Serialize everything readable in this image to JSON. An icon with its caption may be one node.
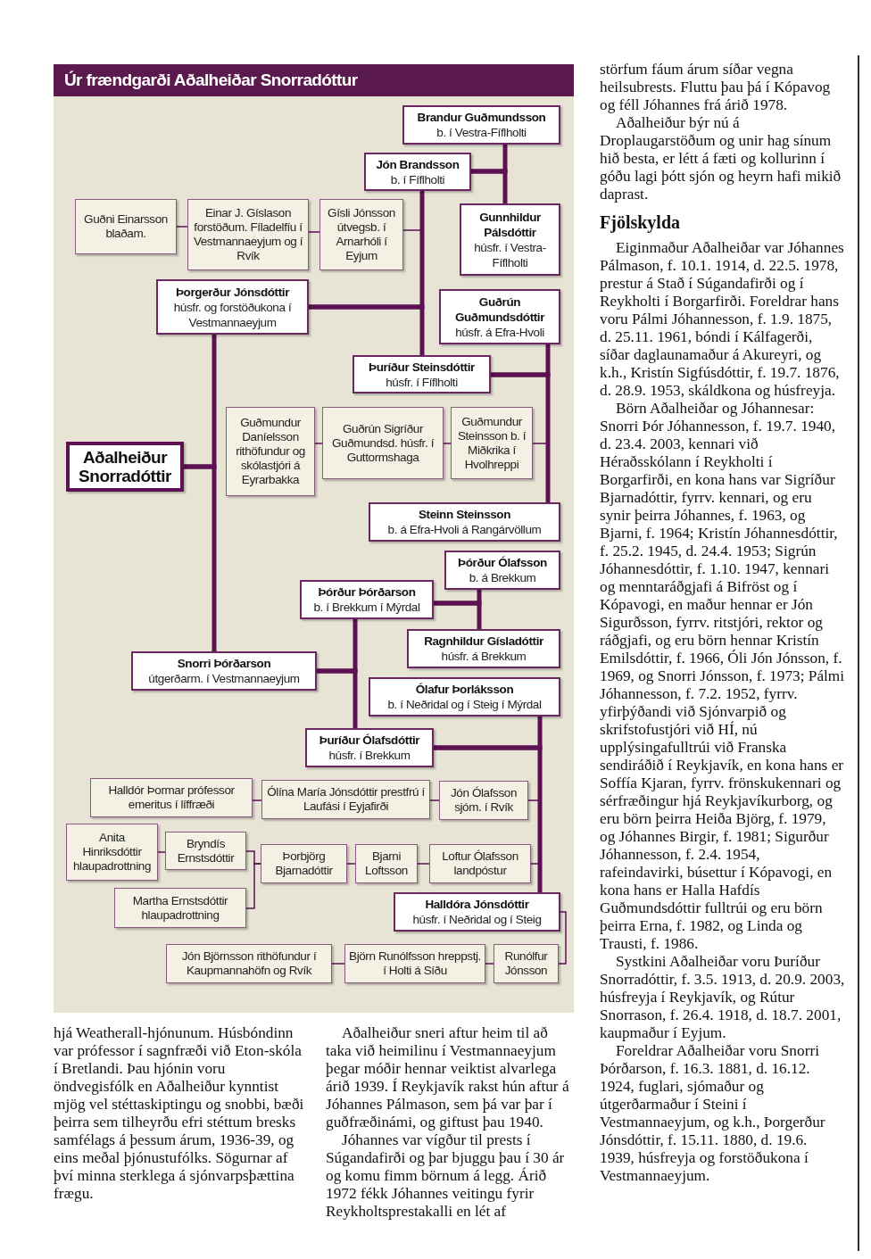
{
  "diagram": {
    "title": "Úr frændgarði Aðalheiðar Snorradóttur",
    "nodes": [
      {
        "text": [
          "Brandur Guðmundsson",
          "b. í Vestra-Fíflholti"
        ]
      },
      {
        "text": [
          "Jón Brandsson",
          "b. í Fíflholti"
        ]
      },
      {
        "text": [
          "Guðni Einarsson blaðam."
        ]
      },
      {
        "text": [
          "Einar J. Gíslason forstöðum. Fíladelfíu í Vestmannaeyjum og í Rvík"
        ]
      },
      {
        "text": [
          "Gísli Jónsson útvegsb. í Arnarhóli í Eyjum"
        ]
      },
      {
        "text": [
          "Gunnhildur Pálsdóttir",
          "húsfr. í Vestra-Fíflholti"
        ]
      },
      {
        "text": [
          "Þorgerður Jónsdóttir",
          "húsfr. og forstöðukona í Vestmannaeyjum"
        ]
      },
      {
        "text": [
          "Guðrún Guðmundsdóttir",
          "húsfr. á Efra-Hvoli"
        ]
      },
      {
        "text": [
          "Þuríður Steinsdóttir",
          "húsfr. í Fíflholti"
        ]
      },
      {
        "text": [
          "Guðmundur Daníelsson rithöfundur og skólastjóri á Eyrarbakka"
        ]
      },
      {
        "text": [
          "Guðrún Sigríður Guðmundsd. húsfr. í Guttormshaga"
        ]
      },
      {
        "text": [
          "Guðmundur Steinsson b. í Miðkrika í Hvolhreppi"
        ]
      },
      {
        "text": [
          "Aðalheiður Snorradóttir"
        ]
      },
      {
        "text": [
          "Steinn Steinsson",
          "b. á Efra-Hvoli á Rangárvöllum"
        ]
      },
      {
        "text": [
          "Þórður Ólafsson",
          "b. á Brekkum"
        ]
      },
      {
        "text": [
          "Þórður Þórðarson",
          "b. í Brekkum í Mýrdal"
        ]
      },
      {
        "text": [
          "Ragnhildur Gísladóttir",
          "húsfr. á Brekkum"
        ]
      },
      {
        "text": [
          "Snorri Þórðarson",
          "útgerðarm. í Vestmannaeyjum"
        ]
      },
      {
        "text": [
          "Ólafur Þorláksson",
          "b. í Neðridal og í Steig í Mýrdal"
        ]
      },
      {
        "text": [
          "Þuríður Ólafsdóttir",
          "húsfr. í Brekkum"
        ]
      },
      {
        "text": [
          "Halldór Þormar prófessor emeritus í líffræði"
        ]
      },
      {
        "text": [
          "Ólína María Jónsdóttir prestfrú í Laufási í Eyjafirði"
        ]
      },
      {
        "text": [
          "Jón Ólafsson sjóm. í Rvík"
        ]
      },
      {
        "text": [
          "Anita Hinriksdóttir hlaupadrottning"
        ]
      },
      {
        "text": [
          "Bryndís Ernstsdóttir"
        ]
      },
      {
        "text": [
          "Þorbjörg Bjarnadóttir"
        ]
      },
      {
        "text": [
          "Bjarni Loftsson"
        ]
      },
      {
        "text": [
          "Loftur Ólafsson landpóstur"
        ]
      },
      {
        "text": [
          "Martha Ernstsdóttir hlaupadrottning"
        ]
      },
      {
        "text": [
          "Halldóra Jónsdóttir",
          "húsfr. í Neðridal og í Steig"
        ]
      },
      {
        "text": [
          "Jón Björnsson rithöfundur í Kaupmannahöfn og Rvík"
        ]
      },
      {
        "text": [
          "Björn Runólfsson hreppstj. í Holti á Síðu"
        ]
      },
      {
        "text": [
          "Runólfur Jónsson"
        ]
      }
    ],
    "edges": [
      {
        "from": 0,
        "to": 1,
        "arrow": "none",
        "style": "thick"
      },
      {
        "from": 5,
        "to": 1,
        "arrow": "none",
        "style": "thick"
      },
      {
        "from": 2,
        "to": 3,
        "arrow": "none"
      },
      {
        "from": 3,
        "to": 4,
        "arrow": "none"
      },
      {
        "from": 4,
        "to": 1,
        "arrow": "none"
      },
      {
        "from": 1,
        "to": 6,
        "arrow": "none",
        "style": "thick"
      },
      {
        "from": 8,
        "to": 6,
        "arrow": "none",
        "style": "thick"
      },
      {
        "from": 7,
        "to": 8,
        "arrow": "none",
        "style": "thick"
      },
      {
        "from": 13,
        "to": 8,
        "arrow": "none",
        "style": "thick"
      },
      {
        "from": 9,
        "to": 10,
        "arrow": "none"
      },
      {
        "from": 10,
        "to": 11,
        "arrow": "none"
      },
      {
        "from": 11,
        "to": 7,
        "arrow": "none"
      },
      {
        "from": 6,
        "to": 12,
        "arrow": "none",
        "style": "thick"
      },
      {
        "from": 17,
        "to": 12,
        "arrow": "none",
        "style": "thick"
      },
      {
        "from": 14,
        "to": 15,
        "arrow": "none",
        "style": "thick"
      },
      {
        "from": 16,
        "to": 15,
        "arrow": "none",
        "style": "thick"
      },
      {
        "from": 15,
        "to": 17,
        "arrow": "none",
        "style": "thick"
      },
      {
        "from": 19,
        "to": 17,
        "arrow": "none",
        "style": "thick"
      },
      {
        "from": 18,
        "to": 19,
        "arrow": "none",
        "style": "thick"
      },
      {
        "from": 29,
        "to": 19,
        "arrow": "none",
        "style": "thick"
      },
      {
        "from": 20,
        "to": 21,
        "arrow": "none"
      },
      {
        "from": 21,
        "to": 22,
        "arrow": "none"
      },
      {
        "from": 22,
        "to": 18,
        "arrow": "none"
      },
      {
        "from": 23,
        "to": 24,
        "arrow": "none"
      },
      {
        "from": 24,
        "to": 25,
        "arrow": "none"
      },
      {
        "from": 28,
        "to": 25,
        "arrow": "none"
      },
      {
        "from": 25,
        "to": 26,
        "arrow": "none"
      },
      {
        "from": 26,
        "to": 27,
        "arrow": "none"
      },
      {
        "from": 27,
        "to": 18,
        "arrow": "none"
      },
      {
        "from": 30,
        "to": 31,
        "arrow": "none"
      },
      {
        "from": 31,
        "to": 32,
        "arrow": "none"
      },
      {
        "from": 32,
        "to": 29,
        "arrow": "none"
      }
    ],
    "labels": [
      "hjá Weatherall-hjónunum. Húsbóndinn var prófessor í sagnfræði við Eton-skóla í Bretlandi. Þau hjónin voru öndvegisfólk en Aðalheiður kynntist mjög vel stéttaskiptingu og snobbi, bæði þeirra sem tilheyrðu efri stéttum bresks samfélags á þessum árum, 1936-39, og eins meðal þjónustufólks. Sögurnar af því minna sterklega á sjónvarpsþættina frægu.",
      "Aðalheiður sneri aftur heim til að taka við heimilinu í Vestmannaeyjum þegar móðir hennar veiktist alvarlega árið 1939. Í Reykjavík rakst hún aftur á Jóhannes Pálmason, sem þá var þar í guðfræðinámi, og giftust þau 1940.",
      "Jóhannes var vígður til prests í Súgandafirði og þar bjuggu þau í 30 ár og komu fimm börnum á legg. Árið 1972 fékk Jóhannes veitingu fyrir Reykholtsprestakalli en lét af",
      "störfum fáum árum síðar vegna heilsubrests. Fluttu þau þá í Kópavog og féll Jóhannes frá árið 1978.",
      "Aðalheiður býr nú á Droplaugarstöðum og unir hag sínum hið besta, er létt á fæti og kollurinn í góðu lagi þótt sjón og heyrn hafi mikið daprast.",
      "Fjölskylda",
      "Eiginmaður Aðalheiðar var Jóhannes Pálmason, f. 10.1. 1914, d. 22.5. 1978, prestur á Stað í Súgandafirði og í Reykholti í Borgarfirði. Foreldrar hans voru Pálmi Jóhannesson, f. 1.9. 1875, d. 25.11. 1961, bóndi í Kálfagerði, síðar daglaunamaður á Akureyri, og k.h., Kristín Sigfúsdóttir, f. 19.7. 1876, d. 28.9. 1953, skáldkona og húsfreyja.",
      "Börn Aðalheiðar og Jóhannesar: Snorri Þór Jóhannesson, f. 19.7. 1940, d. 23.4. 2003, kennari við Héraðsskólann í Reykholti í Borgarfirði, en kona hans var Sigríður Bjarnadóttir, fyrrv. kennari, og eru synir þeirra Jóhannes, f. 1963, og Bjarni, f. 1964; Kristín Jóhannesdóttir, f. 25.2. 1945, d. 24.4. 1953; Sigrún Jóhannesdóttir, f. 1.10. 1947, kennari og menntaráðgjafi á Bifröst og í Kópavogi, en maður hennar er Jón Sigurðsson, fyrrv. ritstjóri, rektor og ráðgjafi, og eru börn hennar Kristín Emilsdóttir, f. 1966, Óli Jón Jónsson, f. 1969, og Snorri Jónsson, f. 1973; Pálmi Jóhannesson, f. 7.2. 1952, fyrrv. yfirþýðandi við Sjónvarpið og skrifstofustjóri við HÍ, nú upplýsingafulltrúi við Franska sendiráðið í Reykjavík, en kona hans er Soffía Kjaran, fyrrv. frönskukennari og sérfræðingur hjá Reykjavíkurborg, og eru börn þeirra Heiða Björg, f. 1979, og Jóhannes Birgir, f. 1981; Sigurður Jóhannesson, f. 2.4. 1954, rafeindavirki, búsettur í Kópavogi, en kona hans er Halla Hafdís Guðmundsdóttir fulltrúi og eru börn þeirra Erna, f. 1982, og Linda og Trausti, f. 1986.",
      "Systkini Aðalheiðar voru Þuríður Snorradóttir, f. 3.5. 1913, d. 20.9. 2003, húsfreyja í Reykjavík, og Rútur Snorrason, f. 26.4. 1918, d. 18.7. 2001, kaupmaður í Eyjum.",
      "Foreldrar Aðalheiðar voru Snorri Þórðarson, f. 16.3. 1881, d. 16.12. 1924, fuglari, sjómaður og útgerðarmaður í Steini í Vestmannaeyjum, og k.h., Þorgerður Jónsdóttir, f. 15.11. 1880, d. 19.6. 1939, húsfreyja og forstöðukona í Vestmannaeyjum."
    ]
  }
}
